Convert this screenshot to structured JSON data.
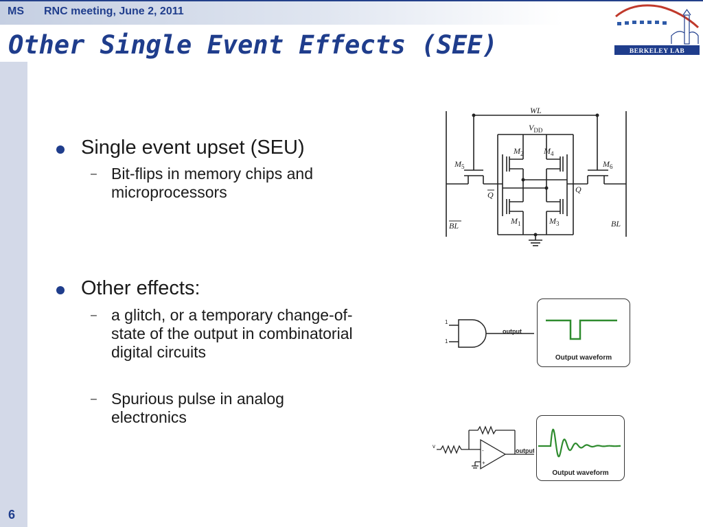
{
  "header": {
    "ms": "MS",
    "meeting": "RNC meeting, June 2, 2011"
  },
  "title": "Other Single Event Effects (SEE)",
  "logo": {
    "text": "BERKELEY LAB"
  },
  "page_number": "6",
  "bullets": [
    {
      "text": "Single event upset (SEU)",
      "subs": [
        {
          "lines": [
            "Bit-flips in memory chips and",
            "microprocessors"
          ]
        }
      ]
    },
    {
      "text": "Other effects:",
      "subs": [
        {
          "lines": [
            "a glitch, or a temporary change-of-",
            "state of the output in combinatorial",
            "digital circuits"
          ]
        },
        {
          "lines": [
            "Spurious pulse in analog",
            "electronics"
          ]
        }
      ]
    }
  ],
  "sram": {
    "wl": "WL",
    "vdd_v": "V",
    "vdd_sub": "DD",
    "m1": "M",
    "m1_sub": "1",
    "m2": "M",
    "m2_sub": "2",
    "m3": "M",
    "m3_sub": "3",
    "m4": "M",
    "m4_sub": "4",
    "m5": "M",
    "m5_sub": "5",
    "m6": "M",
    "m6_sub": "6",
    "q": "Q",
    "qbar": "Q",
    "bl": "BL",
    "blbar": "BL"
  },
  "and_gate": {
    "input1": "1",
    "input2": "1",
    "output": "output",
    "caption": "Output waveform"
  },
  "opamp": {
    "input": "v",
    "output": "output",
    "minus": "-",
    "plus": "+",
    "caption": "Output waveform"
  },
  "colors": {
    "brand_blue": "#1f3d8c",
    "waveform_green": "#2e8b2e",
    "logo_red": "#c0392b"
  }
}
